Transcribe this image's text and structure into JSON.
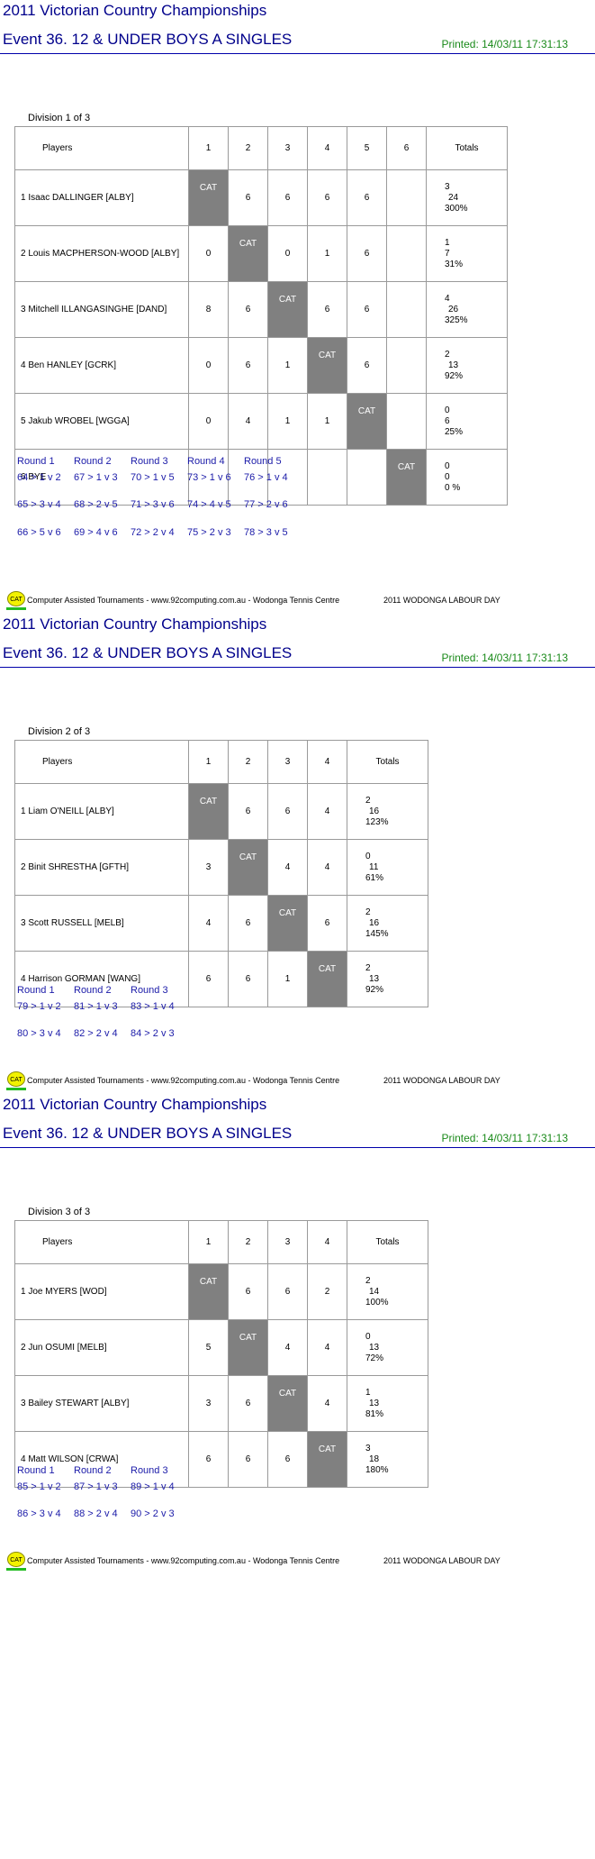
{
  "sections": [
    {
      "title": "2011 Victorian Country Championships",
      "event": "Event 36. 12 & UNDER BOYS A SINGLES",
      "printed": "Printed: 14/03/11 17:31:13",
      "division": "Division 1 of 3",
      "header": {
        "players": "Players",
        "cols": [
          "1",
          "2",
          "3",
          "4",
          "5",
          "6"
        ],
        "totals": "Totals"
      },
      "players": [
        {
          "name": "1  Isaac DALLINGER [ALBY]",
          "scores": [
            "CAT",
            "6",
            "6",
            "6",
            "6",
            ""
          ],
          "totals": [
            "3",
            "24",
            "300%"
          ]
        },
        {
          "name": "2  Louis MACPHERSON-WOOD [ALBY]",
          "scores": [
            "0",
            "CAT",
            "0",
            "1",
            "6",
            ""
          ],
          "totals": [
            "1",
            "7",
            "31%"
          ]
        },
        {
          "name": "3  Mitchell ILLANGASINGHE [DAND]",
          "scores": [
            "8",
            "6",
            "CAT",
            "6",
            "6",
            ""
          ],
          "totals": [
            "4",
            "26",
            "325%"
          ]
        },
        {
          "name": "4  Ben HANLEY [GCRK]",
          "scores": [
            "0",
            "6",
            "1",
            "CAT",
            "6",
            ""
          ],
          "totals": [
            "2",
            "13",
            "92%"
          ]
        },
        {
          "name": "5  Jakub WROBEL [WGGA]",
          "scores": [
            "0",
            "4",
            "1",
            "1",
            "CAT",
            ""
          ],
          "totals": [
            "0",
            "6",
            "25%"
          ]
        },
        {
          "name": "6  BYE",
          "scores": [
            "",
            "",
            "",
            "",
            "",
            "CAT"
          ],
          "totals": [
            "0",
            "0",
            "0 %"
          ]
        }
      ],
      "rounds": [
        {
          "label": "Round 1",
          "matches": [
            "64 > 1 v 2",
            "65 > 3 v 4",
            "66 > 5 v 6"
          ]
        },
        {
          "label": "Round 2",
          "matches": [
            "67 > 1 v 3",
            "68 > 2 v 5",
            "69 > 4 v 6"
          ]
        },
        {
          "label": "Round 3",
          "matches": [
            "70 > 1 v 5",
            "71 > 3 v 6",
            "72 > 2 v 4"
          ]
        },
        {
          "label": "Round 4",
          "matches": [
            "73 > 1 v 6",
            "74 > 4 v 5",
            "75 > 2 v 3"
          ]
        },
        {
          "label": "Round 5",
          "matches": [
            "76 > 1 v 4",
            "77 > 2 v 6",
            "78 > 3 v 5"
          ]
        }
      ],
      "footer": {
        "logo_text": "CAT",
        "text": "Computer Assisted Tournaments - www.92computing.com.au -  Wodonga Tennis Centre",
        "right": "2011 WODONGA LABOUR DAY"
      }
    },
    {
      "title": "2011 Victorian Country Championships",
      "event": "Event 36. 12 & UNDER BOYS A SINGLES",
      "printed": "Printed: 14/03/11 17:31:13",
      "division": "Division 2 of 3",
      "header": {
        "players": "Players",
        "cols": [
          "1",
          "2",
          "3",
          "4"
        ],
        "totals": "Totals"
      },
      "players": [
        {
          "name": "1  Liam O'NEILL [ALBY]",
          "scores": [
            "CAT",
            "6",
            "6",
            "4"
          ],
          "totals": [
            "2",
            "16",
            "123%"
          ]
        },
        {
          "name": "2  Binit SHRESTHA [GFTH]",
          "scores": [
            "3",
            "CAT",
            "4",
            "4"
          ],
          "totals": [
            "0",
            "11",
            "61%"
          ]
        },
        {
          "name": "3  Scott RUSSELL [MELB]",
          "scores": [
            "4",
            "6",
            "CAT",
            "6"
          ],
          "totals": [
            "2",
            "16",
            "145%"
          ]
        },
        {
          "name": "4  Harrison GORMAN [WANG]",
          "scores": [
            "6",
            "6",
            "1",
            "CAT"
          ],
          "totals": [
            "2",
            "13",
            "92%"
          ]
        }
      ],
      "rounds": [
        {
          "label": "Round 1",
          "matches": [
            "79 > 1 v 2",
            "80 > 3 v 4"
          ]
        },
        {
          "label": "Round 2",
          "matches": [
            "81 > 1 v 3",
            "82 > 2 v 4"
          ]
        },
        {
          "label": "Round 3",
          "matches": [
            "83 > 1 v 4",
            "84 > 2 v 3"
          ]
        }
      ],
      "footer": {
        "logo_text": "CAT",
        "text": "Computer Assisted Tournaments - www.92computing.com.au -  Wodonga Tennis Centre",
        "right": "2011 WODONGA LABOUR DAY"
      }
    },
    {
      "title": "2011 Victorian Country Championships",
      "event": "Event 36. 12 & UNDER BOYS A SINGLES",
      "printed": "Printed: 14/03/11 17:31:13",
      "division": "Division 3 of 3",
      "header": {
        "players": "Players",
        "cols": [
          "1",
          "2",
          "3",
          "4"
        ],
        "totals": "Totals"
      },
      "players": [
        {
          "name": "1  Joe MYERS [WOD]",
          "scores": [
            "CAT",
            "6",
            "6",
            "2"
          ],
          "totals": [
            "2",
            "14",
            "100%"
          ]
        },
        {
          "name": "2  Jun OSUMI [MELB]",
          "scores": [
            "5",
            "CAT",
            "4",
            "4"
          ],
          "totals": [
            "0",
            "13",
            "72%"
          ]
        },
        {
          "name": "3  Bailey STEWART [ALBY]",
          "scores": [
            "3",
            "6",
            "CAT",
            "4"
          ],
          "totals": [
            "1",
            "13",
            "81%"
          ]
        },
        {
          "name": "4  Matt WILSON [CRWA]",
          "scores": [
            "6",
            "6",
            "6",
            "CAT"
          ],
          "totals": [
            "3",
            "18",
            "180%"
          ]
        }
      ],
      "rounds": [
        {
          "label": "Round 1",
          "matches": [
            "85 > 1 v 2",
            "86 > 3 v 4"
          ]
        },
        {
          "label": "Round 2",
          "matches": [
            "87 > 1 v 3",
            "88 > 2 v 4"
          ]
        },
        {
          "label": "Round 3",
          "matches": [
            "89 > 1 v 4",
            "90 > 2 v 3"
          ]
        }
      ],
      "footer": {
        "logo_text": "CAT",
        "text": "Computer Assisted Tournaments - www.92computing.com.au -  Wodonga Tennis Centre",
        "right": "2011 WODONGA LABOUR DAY"
      }
    }
  ]
}
